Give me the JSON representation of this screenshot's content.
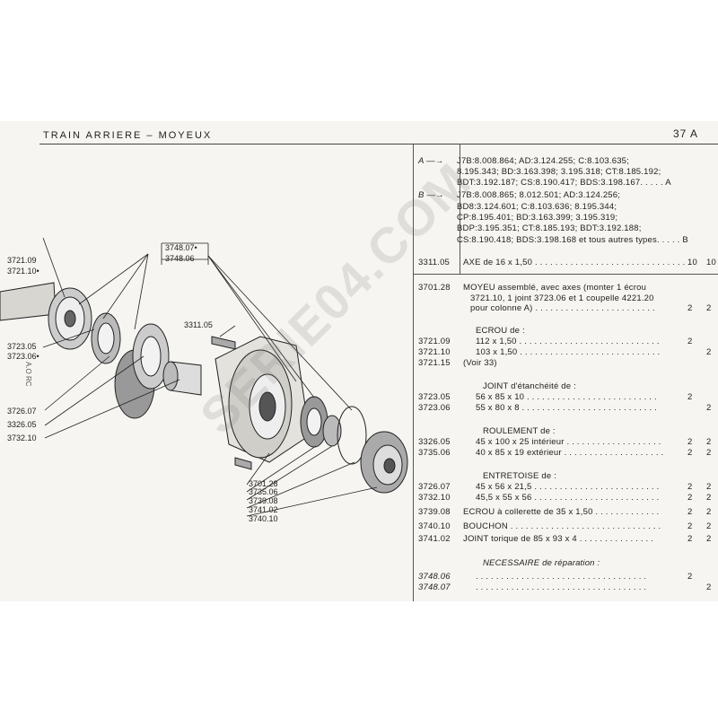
{
  "header": {
    "title": "TRAIN ARRIERE  –  MOYEUX",
    "page": "37 A"
  },
  "watermark": "SERIE04.COM",
  "applicability": {
    "lines": [
      "J7B:8.008.864;  AD:3.124.255;  C:8.103.635;",
      "8.195.343;  BD:3.163.398;  3.195.318;  CT:8.185.192;",
      "BDT:3.192.187;  CS:8.190.417;  BDS:3.198.167. . . . .  A",
      "J7B:8.008.865;  8.012.501;  AD:3.124.256;",
      "BD8:3.124.601;  C:8.103.636;  8.195.344;",
      "CP:8.195.401;  BD:3.163.399;  3.195.319;",
      "BDP:3.195.351;  CT:8.185.193;  BDT:3.192.188;",
      "CS:8.190.418;  BDS:3.198.168 et tous autres types. . . . .  B"
    ],
    "marker_a": "A",
    "marker_b": "B"
  },
  "parts": [
    {
      "ref": "3311.05",
      "desc": "AXE de 16 x 1,50 . . . . . . . . . . . . . . . . . . . . . . . . . . . . . . . .",
      "qa": "10",
      "qb": "10"
    },
    {
      "ref": "3701.28",
      "desc": "MOYEU assemblé, avec axes (monter 1 écrou",
      "qa": "",
      "qb": ""
    },
    {
      "ref": "",
      "desc": "3721.10,  1 joint 3723.06 et 1 coupelle 4221.20",
      "qa": "",
      "qb": ""
    },
    {
      "ref": "",
      "desc": "pour colonne A) . . . . . . . . . . . . . . . . . . . . . . . .",
      "qa": "2",
      "qb": "2"
    },
    {
      "ref": "",
      "desc": "ECROU de :",
      "qa": "",
      "qb": ""
    },
    {
      "ref": "3721.09",
      "desc": "112 x 1,50 . . . . . . . . . . . . . . . . . . . . . . . . . . . .",
      "qa": "2",
      "qb": ""
    },
    {
      "ref": "3721.10",
      "desc": "103 x 1,50 . . . . . . . . . . . . . . . . . . . . . . . . . . . .",
      "qa": "",
      "qb": "2"
    },
    {
      "ref": "3721.15",
      "desc": "(Voir 33)",
      "qa": "",
      "qb": ""
    },
    {
      "ref": "",
      "desc": "JOINT d'étanchéité de :",
      "qa": "",
      "qb": ""
    },
    {
      "ref": "3723.05",
      "desc": "56 x 85 x 10 . . . . . . . . . . . . . . . . . . . . . . . . . .",
      "qa": "2",
      "qb": ""
    },
    {
      "ref": "3723.06",
      "desc": "55 x 80 x 8 . . . . . . . . . . . . . . . . . . . . . . . . . . .",
      "qa": "",
      "qb": "2"
    },
    {
      "ref": "",
      "desc": "ROULEMENT de :",
      "qa": "",
      "qb": ""
    },
    {
      "ref": "3326.05",
      "desc": "45 x 100 x 25 intérieur . . . . . . . . . . . . . . . . . . .",
      "qa": "2",
      "qb": "2"
    },
    {
      "ref": "3735.06",
      "desc": "40 x 85 x 19 extérieur . . . . . . . . . . . . . . . . . . . .",
      "qa": "2",
      "qb": "2"
    },
    {
      "ref": "",
      "desc": "ENTRETOISE de :",
      "qa": "",
      "qb": ""
    },
    {
      "ref": "3726.07",
      "desc": "45 x 56 x 21,5 . . . . . . . . . . . . . . . . . . . . . . . . .",
      "qa": "2",
      "qb": "2"
    },
    {
      "ref": "3732.10",
      "desc": "45,5 x 55 x 56 . . . . . . . . . . . . . . . . . . . . . . . . .",
      "qa": "2",
      "qb": "2"
    },
    {
      "ref": "3739.08",
      "desc": "ECROU à collerette de 35 x 1,50 . . . . . . . . . . . . .",
      "qa": "2",
      "qb": "2"
    },
    {
      "ref": "3740.10",
      "desc": "BOUCHON . . . . . . . . . . . . . . . . . . . . . . . . . . . . . .",
      "qa": "2",
      "qb": "2"
    },
    {
      "ref": "3741.02",
      "desc": "JOINT torique de 85 x 93 x 4 . . . . . . . . . . . . . . .",
      "qa": "2",
      "qb": "2"
    },
    {
      "ref": "",
      "desc": "NECESSAIRE de réparation :",
      "qa": "",
      "qb": ""
    },
    {
      "ref": "3748.06",
      "desc": ". . . . . . . . . . . . . . . . . . . . . . . . . . . . . . . . . .",
      "qa": "2",
      "qb": ""
    },
    {
      "ref": "3748.07",
      "desc": ". . . . . . . . . . . . . . . . . . . . . . . . . . . . . . . . . .",
      "qa": "",
      "qb": "2"
    }
  ],
  "diagram_labels": {
    "l1": "3721.09",
    "l2": "3721.10•",
    "l3": "3723.05",
    "l4": "3723.06•",
    "l5": "3726.07",
    "l6": "3326.05",
    "l7": "3732.10",
    "l8": "3748.07•",
    "l9": "3748.06",
    "l10": "3311.05",
    "l11": "3701.28",
    "l12": "3735.06",
    "l13": "3739.08",
    "l14": "3741.02",
    "l15": "3740.10",
    "side": "A.O  RC"
  }
}
